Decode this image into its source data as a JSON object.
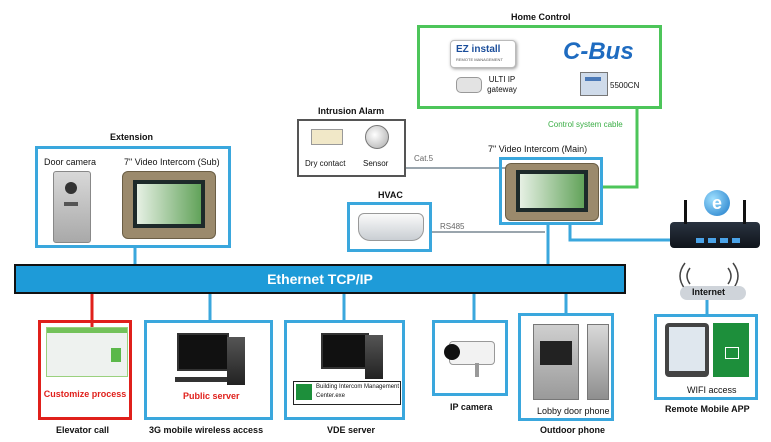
{
  "bus": {
    "label": "Ethernet TCP/IP"
  },
  "home_control": {
    "title": "Home Control",
    "ez_logo": "EZ install",
    "ez_sub": "REMOTE MANAGEMENT",
    "cbus_logo": "C-Bus",
    "gateway_label_1": "ULTI IP",
    "gateway_label_2": "gateway",
    "cbus_device_label": "5500CN",
    "cable_label": "Control system cable"
  },
  "intrusion": {
    "title": "Intrusion Alarm",
    "dry_contact": "Dry contact",
    "sensor": "Sensor",
    "cable": "Cat.5"
  },
  "extension": {
    "title": "Extension",
    "door_camera": "Door camera",
    "video_sub": "7\" Video Intercom (Sub)"
  },
  "main_unit": {
    "title": "7\" Video Intercom (Main)"
  },
  "hvac": {
    "title": "HVAC",
    "cable": "RS485"
  },
  "internet": {
    "label": "Internet"
  },
  "elevator": {
    "inner": "Customize process",
    "caption": "Elevator call"
  },
  "mobile3g": {
    "inner": "Public server",
    "caption": "3G mobile  wireless access"
  },
  "vde": {
    "inner_1": "Building Intercom Management",
    "inner_2": "Center.exe",
    "caption": "VDE server"
  },
  "ipcam": {
    "caption": "IP camera"
  },
  "outdoor": {
    "inner": "Lobby door phone",
    "caption": "Outdoor phone"
  },
  "remote": {
    "inner": "WIFI access",
    "caption": "Remote Mobile APP"
  },
  "colors": {
    "blue": "#3aa7dd",
    "green": "#4dc55a",
    "red": "#e0201b",
    "bus": "#1e9bd8"
  }
}
